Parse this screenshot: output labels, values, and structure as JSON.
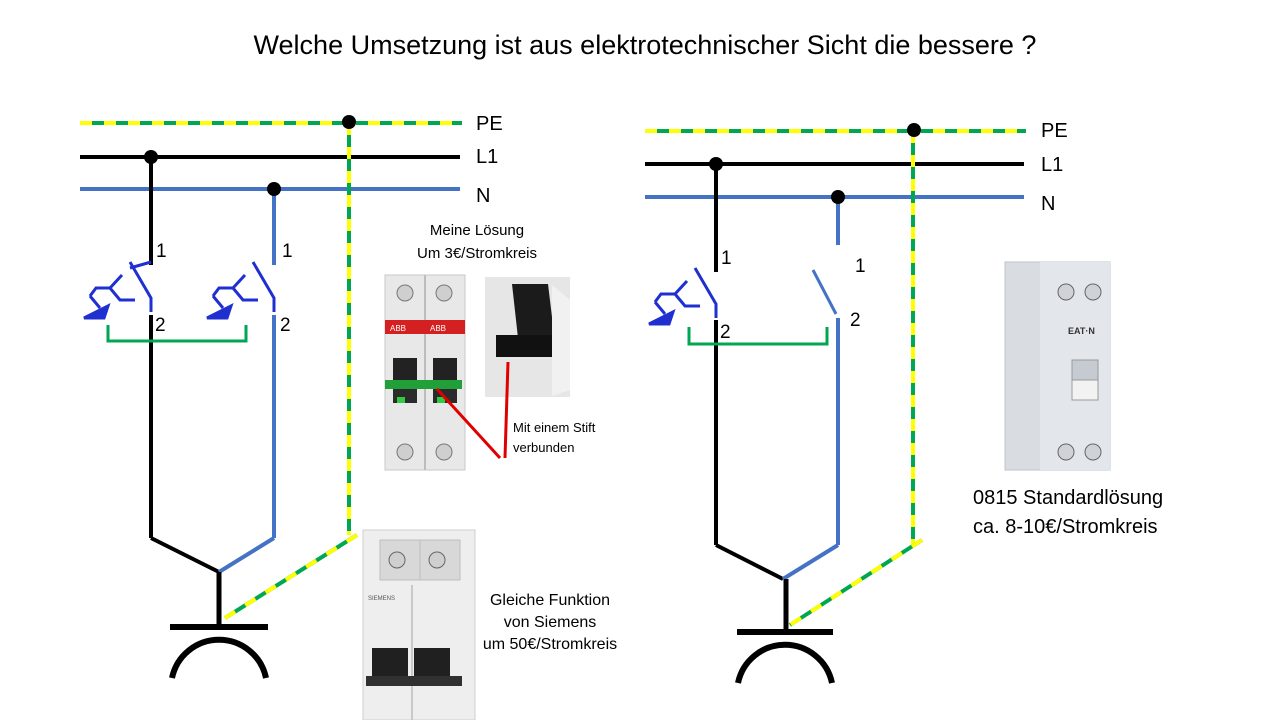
{
  "title": "Welche  Umsetzung ist aus elektrotechnischer Sicht die bessere ?",
  "colors": {
    "phase": "#000000",
    "neutral": "#4472c4",
    "pe_green": "#00a651",
    "pe_yellow": "#ffff00",
    "breaker_symbol": "#1f2fd0",
    "bridge": "#00a651",
    "arrow_red": "#e00000"
  },
  "left_circuit": {
    "labels": {
      "pe": "PE",
      "l1": "L1",
      "n": "N"
    },
    "contacts": {
      "l1_top": "1",
      "l1_bottom": "2",
      "n_top": "1",
      "n_bottom": "2"
    }
  },
  "right_circuit": {
    "labels": {
      "pe": "PE",
      "l1": "L1",
      "n": "N"
    },
    "contacts": {
      "l1_top": "1",
      "l1_bottom": "2",
      "n_top": "1",
      "n_bottom": "2"
    }
  },
  "annotations": {
    "my_solution": [
      "Meine Lösung",
      "Um 3€/Stromkreis"
    ],
    "pin_note": [
      "Mit einem Stift",
      "verbunden"
    ],
    "siemens": [
      "Gleiche Funktion",
      "von Siemens",
      "um 50€/Stromkreis"
    ],
    "standard": [
      "0815 Standardlösung",
      "ca. 8-10€/Stromkreis"
    ]
  },
  "devices": {
    "abb_brand": "ABB",
    "siemens_brand": "SIEMENS",
    "eaton_brand": "EAT·N"
  }
}
